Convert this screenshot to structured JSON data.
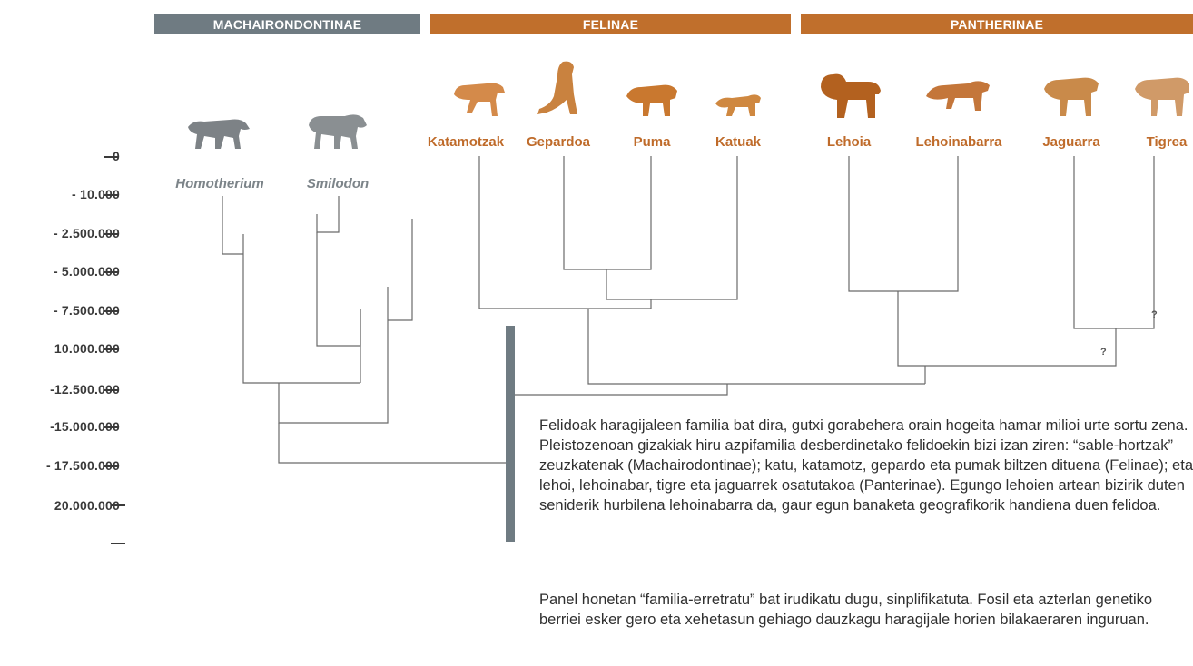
{
  "subfamilies": {
    "machairodontinae": "MACHAIRONDONTINAE",
    "felinae": "FELINAE",
    "pantherinae": "PANTHERINAE"
  },
  "taxa": {
    "homotherium": "Homotherium",
    "smilodon": "Smilodon",
    "katamotzak": "Katamotzak",
    "gepardoa": "Gepardoa",
    "puma": "Puma",
    "katuak": "Katuak",
    "lehoia": "Lehoia",
    "lehoinabarra": "Lehoinabarra",
    "jaguarra": "Jaguarra",
    "tigrea": "Tigrea"
  },
  "timeline": [
    "0",
    "- 10.000",
    "- 2.500.000",
    "- 5.000.000",
    "- 7.500.000",
    "10.000.000",
    "-12.500.000",
    "-15.000.000",
    "- 17.500.000",
    "20.000.000",
    ""
  ],
  "uncertain_marks": [
    "?",
    "?"
  ],
  "description": {
    "paragraph1": "Felidoak haragijaleen familia bat dira, gutxi gorabehera orain hogeita hamar milioi urte sortu zena. Pleistozenoan gizakiak hiru azpifamilia desberdinetako felidoekin bizi izan ziren: “sable-hortzak” zeuzkatenak (Machairodontinae); katu, katamotz, gepardo eta pumak biltzen dituena (Felinae); eta lehoi, lehoinabar, tigre eta jaguarrek osatutakoa (Panterinae). Egungo lehoien artean bizirik duten seniderik hurbilena lehoinabarra da, gaur egun banaketa geografikorik handiena duen felidoa.",
    "paragraph2": "Panel honetan “familia-erretratu” bat irudikatu dugu, sinplifikatuta. Fosil eta azterlan genetiko berriei esker gero eta xehetasun gehiago dauzkagu haragijale horien bilakaeraren inguruan."
  },
  "colors": {
    "accent_orange": "#c06f2c",
    "accent_grey": "#6f7b82",
    "line": "#6a6a6a"
  },
  "icons": [
    "homotherium-icon",
    "smilodon-icon",
    "lynx-icon",
    "cheetah-icon",
    "puma-icon",
    "cat-icon",
    "lion-icon",
    "leopard-icon",
    "jaguar-icon",
    "tiger-icon"
  ]
}
